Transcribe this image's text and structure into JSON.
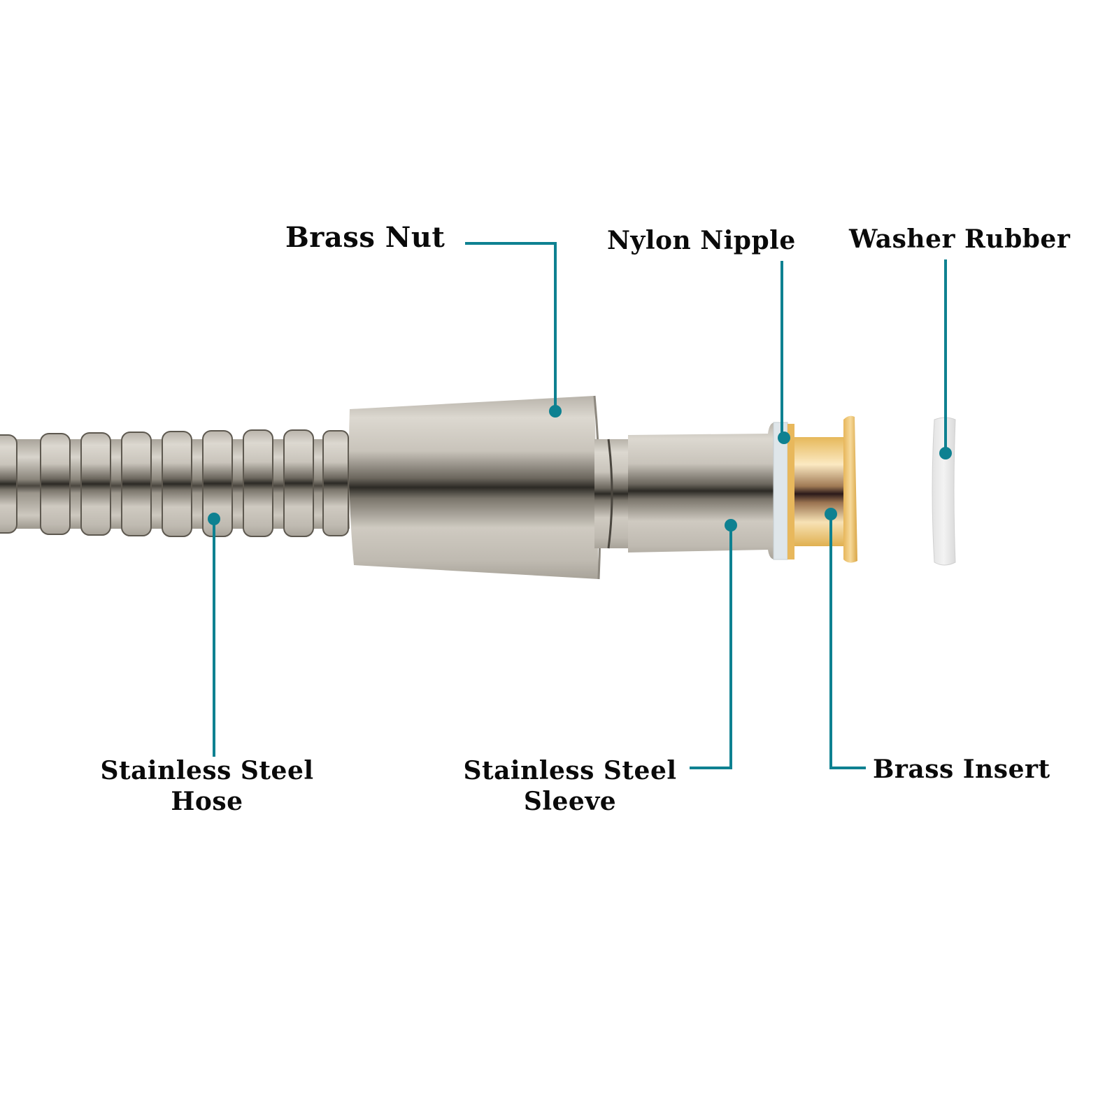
{
  "diagram": {
    "subject": "Shower hose end fitting exploded view",
    "accent_color": "#0e8191",
    "parts": [
      {
        "id": "brass_nut",
        "label": "Brass Nut"
      },
      {
        "id": "nylon_nipple",
        "label": "Nylon Nipple"
      },
      {
        "id": "washer_rubber",
        "label": "Washer Rubber"
      },
      {
        "id": "stainless_steel_hose",
        "label_line1": "Stainless Steel",
        "label_line2": "Hose"
      },
      {
        "id": "stainless_steel_sleeve",
        "label_line1": "Stainless Steel",
        "label_line2": "Sleeve"
      },
      {
        "id": "brass_insert",
        "label": "Brass Insert"
      }
    ]
  }
}
